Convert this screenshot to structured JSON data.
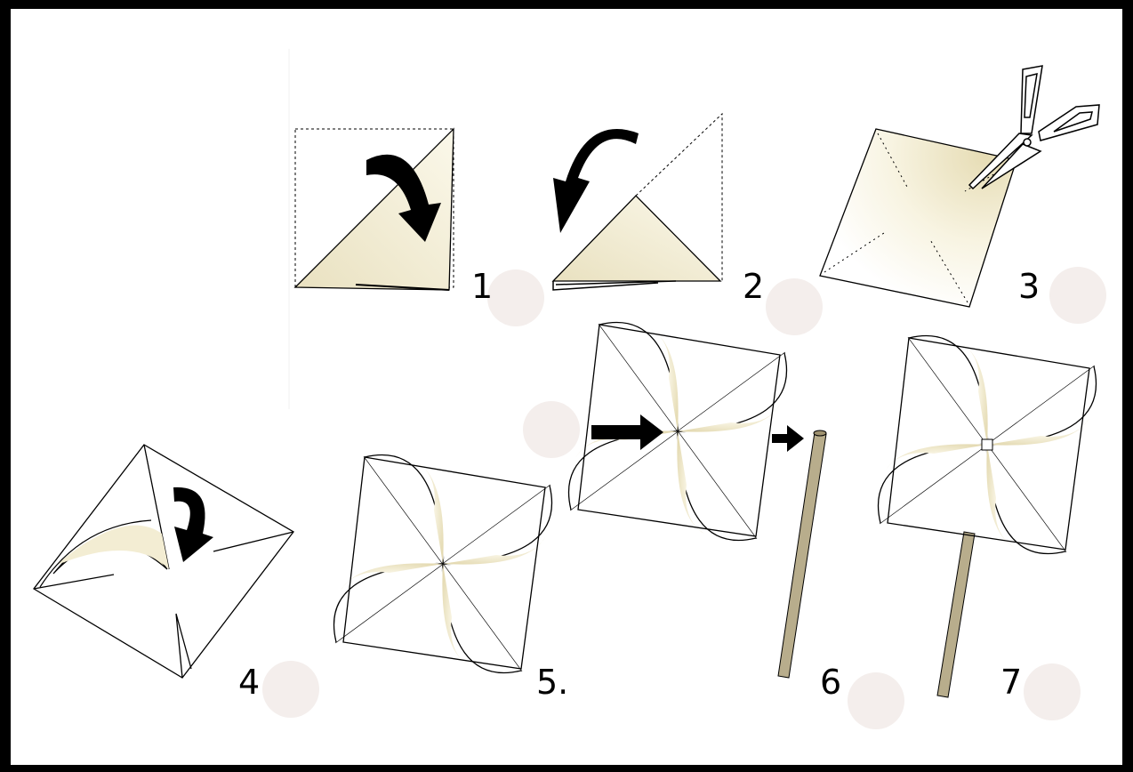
{
  "diagram": {
    "steps": [
      {
        "label": "1",
        "name": "fold-diagonal"
      },
      {
        "label": "2",
        "name": "fold-again"
      },
      {
        "label": "3",
        "name": "cut-corners"
      },
      {
        "label": "4",
        "name": "fold-points-to-center"
      },
      {
        "label": "5.",
        "name": "pinwheel-shape"
      },
      {
        "label": "6",
        "name": "attach-stick"
      },
      {
        "label": "7",
        "name": "finished-pinwheel"
      }
    ],
    "colors": {
      "paper": "#fbf8ea",
      "paper_shade": "#e7dfbb",
      "stick": "#b8ad8c",
      "outline": "#000000",
      "frame": "#000000"
    },
    "icons": [
      "curved-arrow-icon",
      "scissors-icon",
      "straight-arrow-icon"
    ]
  }
}
